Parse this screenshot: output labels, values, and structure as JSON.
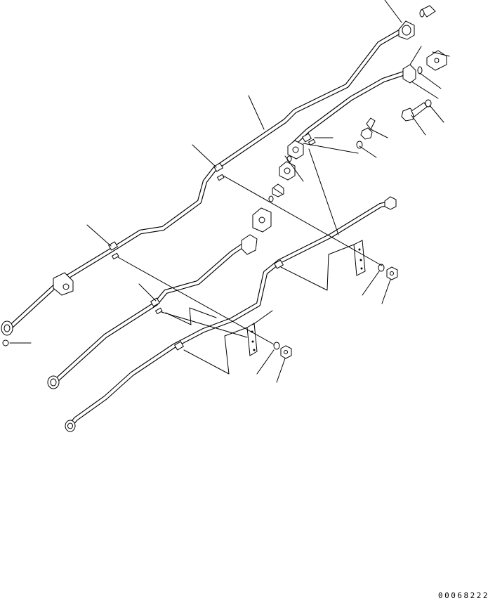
{
  "figure": {
    "drawing_code": "00068222",
    "background": "#ffffff",
    "line_color": "#000000"
  },
  "parts": [
    {
      "name": "main-pipe"
    },
    {
      "name": "upper-pipe"
    },
    {
      "name": "pump-pipe"
    },
    {
      "name": "lower-pipe"
    },
    {
      "name": "clamp"
    },
    {
      "name": "bracket"
    },
    {
      "name": "bolt"
    },
    {
      "name": "washer"
    },
    {
      "name": "nut"
    },
    {
      "name": "o-ring"
    },
    {
      "name": "flange"
    },
    {
      "name": "elbow"
    }
  ]
}
